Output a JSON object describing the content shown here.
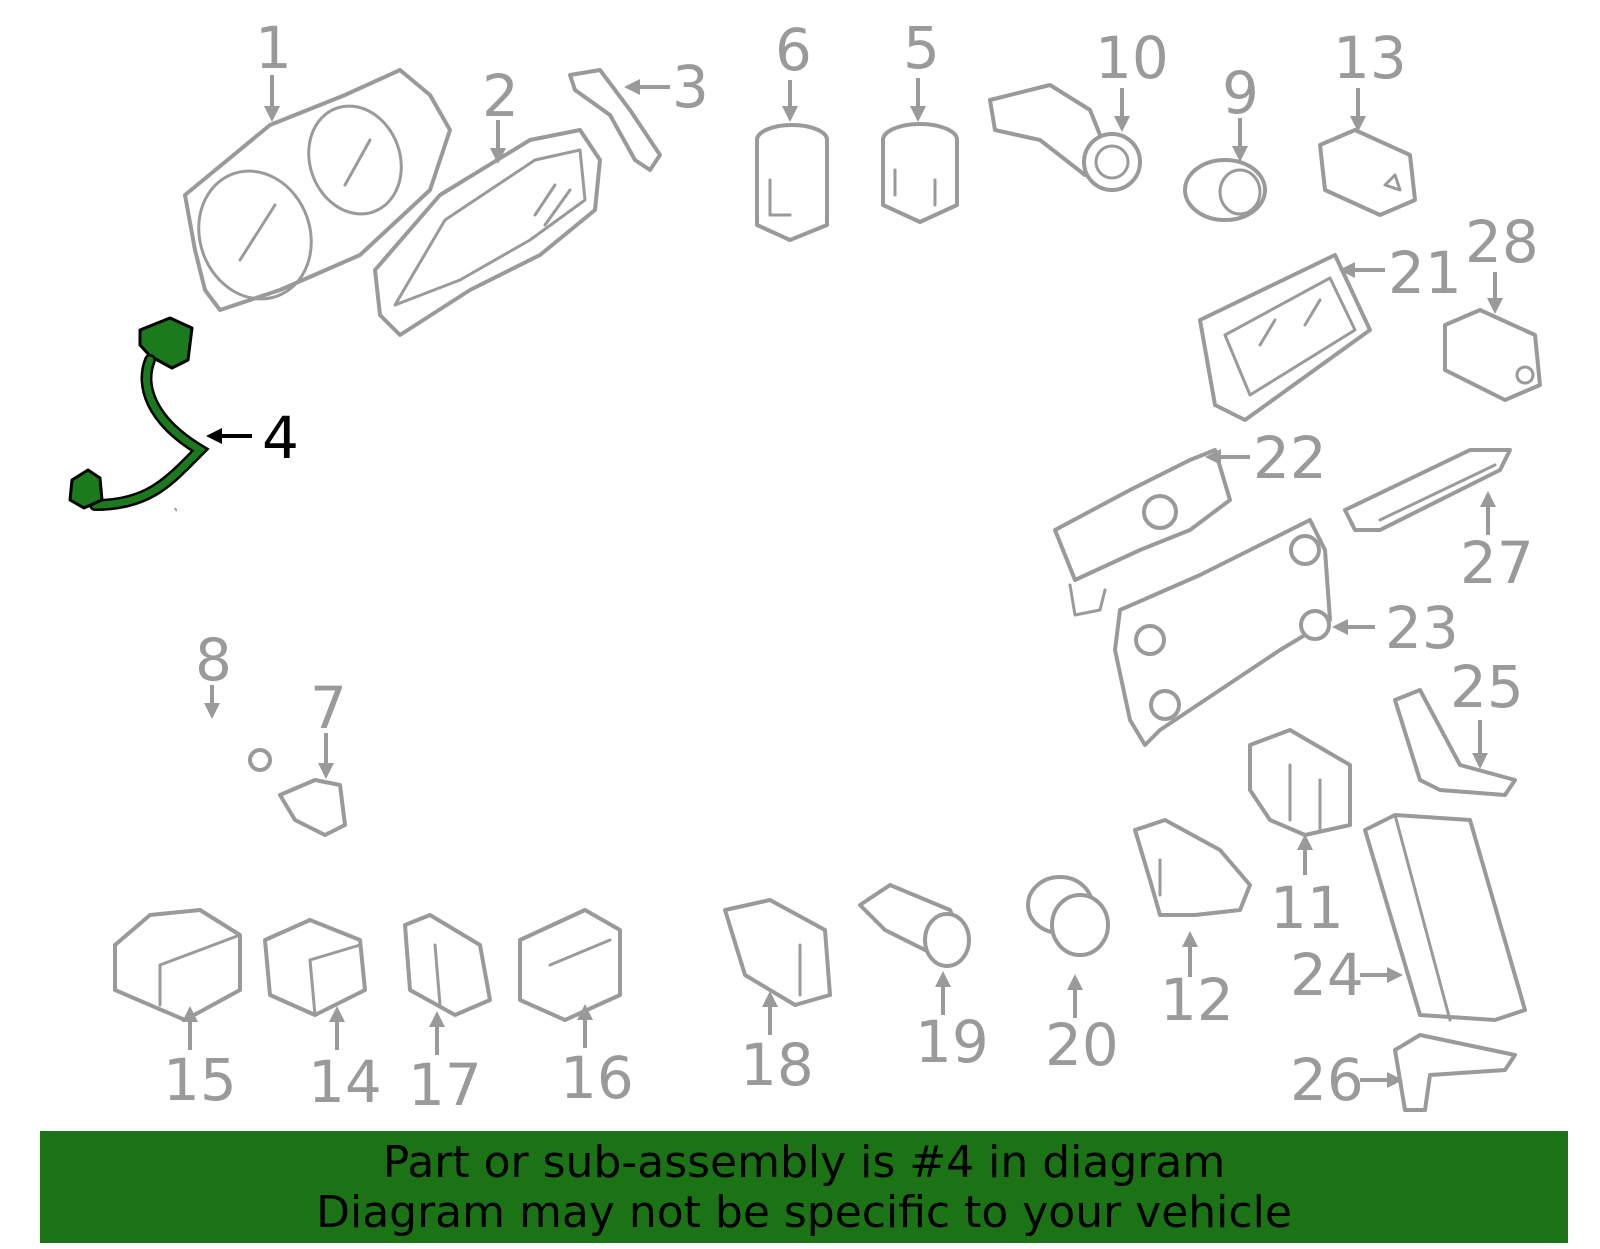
{
  "diagram": {
    "highlight_color": "#1b7316",
    "callouts": [
      "1",
      "2",
      "3",
      "4",
      "5",
      "6",
      "7",
      "8",
      "9",
      "10",
      "11",
      "12",
      "13",
      "14",
      "15",
      "16",
      "17",
      "18",
      "19",
      "20",
      "21",
      "22",
      "23",
      "24",
      "25",
      "26",
      "27",
      "28"
    ],
    "highlighted_part": "4"
  },
  "banner": {
    "line1": "Part or sub-assembly is #4 in diagram",
    "line2": "Diagram may not be specific to your vehicle"
  }
}
